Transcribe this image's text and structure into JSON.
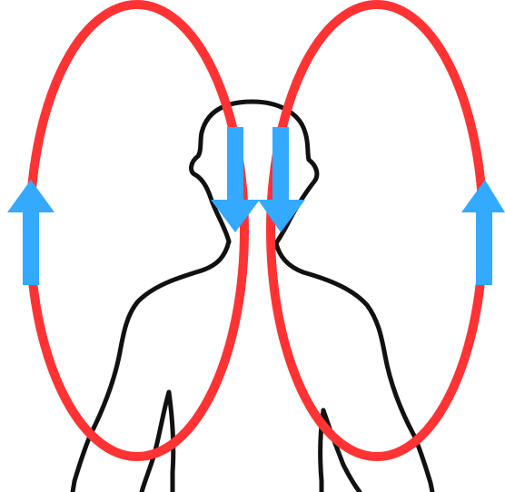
{
  "diagram": {
    "colors": {
      "background": "#ffffff",
      "silhouette_outline": "#111111",
      "loop": "#ff3333",
      "arrow": "#33aaff"
    },
    "arrows": [
      {
        "id": "left-outer",
        "direction": "up"
      },
      {
        "id": "left-inner",
        "direction": "down"
      },
      {
        "id": "right-inner",
        "direction": "down"
      },
      {
        "id": "right-outer",
        "direction": "up"
      }
    ]
  }
}
